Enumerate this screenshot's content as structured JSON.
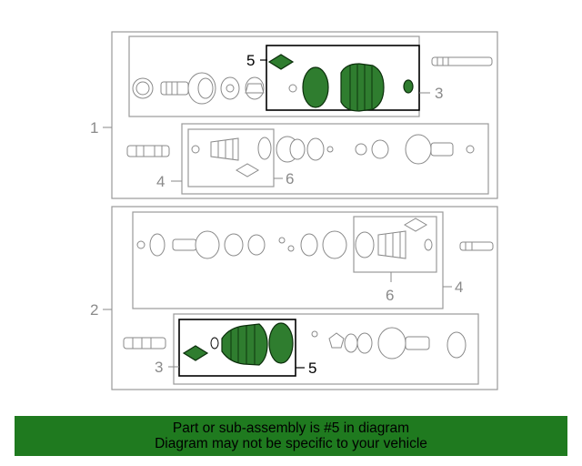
{
  "callouts": {
    "c1": "1",
    "c2": "2",
    "c3a": "3",
    "c3b": "3",
    "c4a": "4",
    "c4b": "4",
    "c5a": "5",
    "c5b": "5",
    "c6a": "6",
    "c6b": "6"
  },
  "highlight_part": "5",
  "banner": {
    "line1": "Part or sub-assembly is #5 in diagram",
    "line2": "Diagram may not be specific to your vehicle"
  },
  "colors": {
    "highlight": "#2f7d2f",
    "banner_bg": "#1f7a1f",
    "outline": "#9a9a9a"
  }
}
